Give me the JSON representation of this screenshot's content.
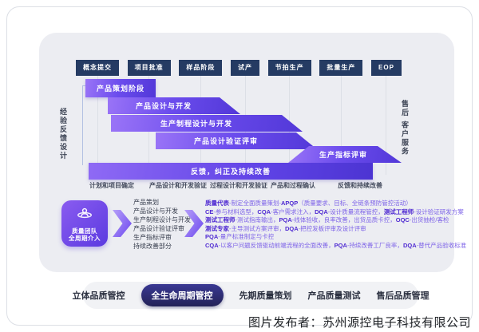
{
  "caption": "图片发布者：苏州源控电子科技有限公司",
  "colors": {
    "stage_box_navy": "#253b63",
    "ribbon_purple_start": "#9a74f7",
    "ribbon_purple_end": "#5238d8",
    "panel_bg": "#ecedf2",
    "nav_active_bg": "#2e2d7a",
    "roles_text": "#7d62e8",
    "roles_keyword": "#4f2ad2"
  },
  "diagram": {
    "stages": [
      "概念提交",
      "项目批准",
      "样品阶段",
      "试产",
      "节拍生产",
      "批量生产",
      "EOP"
    ],
    "left_vertical": "经验反馈设计",
    "right_vertical": "售后 客户服务",
    "bars": [
      "产品策划阶段",
      "产品设计与开发",
      "生产制程设计与开发",
      "产品设计验证评审",
      "生产指标评审"
    ],
    "feedback_bar": "反馈，纠正及持续改善",
    "phase_labels": [
      "计划和项目确定",
      "产品设计和开发验证",
      "过程设计和开发验证",
      "产品和过程确认",
      "反馈和持续改善"
    ],
    "team_box": {
      "line1": "质量团队",
      "line2": "全周期介入",
      "icon": "quality-team-person-icon"
    },
    "activity_list": [
      "产品策划",
      "产品设计与开发",
      "生产制程设计与开发",
      "产品设计验证评审",
      "生产指标评审",
      "持续改善部分"
    ],
    "roles_lines": [
      [
        {
          "t": "质量代表",
          "b": true
        },
        {
          "t": "-制定全面质量策划-",
          "b": false
        },
        {
          "t": "APQP",
          "b": true
        },
        {
          "t": "（质量要求、目标、全链条预防管控活动）",
          "b": false
        }
      ],
      [
        {
          "t": "CE",
          "b": true
        },
        {
          "t": "-参与材料选型，",
          "b": false
        },
        {
          "t": "CQA",
          "b": true
        },
        {
          "t": "-客户需求注入，",
          "b": false
        },
        {
          "t": "DQA",
          "b": true
        },
        {
          "t": "-设计质量流程管控，",
          "b": false
        },
        {
          "t": "测试工程师",
          "b": true
        },
        {
          "t": "-设计验证研发方案",
          "b": false
        }
      ],
      [
        {
          "t": "测试工程师",
          "b": true
        },
        {
          "t": "-测试指南输出，",
          "b": false
        },
        {
          "t": "PQA",
          "b": true
        },
        {
          "t": "-线体验收，良率改善，出货品质卡控，",
          "b": false
        },
        {
          "t": "OQC",
          "b": true
        },
        {
          "t": "-出货抽检/客检",
          "b": false
        }
      ],
      [
        {
          "t": "测试专家",
          "b": true
        },
        {
          "t": "-主导测试方案评审，",
          "b": false
        },
        {
          "t": "DQA",
          "b": true
        },
        {
          "t": "-把控发板评审及设计评审",
          "b": false
        }
      ],
      [
        {
          "t": "PQA",
          "b": true
        },
        {
          "t": "-量产标准制定与卡控",
          "b": false
        }
      ],
      [
        {
          "t": "CQA",
          "b": true
        },
        {
          "t": "-以客户问题反馈驱动前端流程的全面改善，",
          "b": false
        },
        {
          "t": "PQA",
          "b": true
        },
        {
          "t": "-持续改善工厂良率，",
          "b": false
        },
        {
          "t": "DQA",
          "b": true
        },
        {
          "t": "-替代产品验收标准",
          "b": false
        }
      ]
    ]
  },
  "nav": {
    "items": [
      {
        "label": "立体品质管控",
        "active": false
      },
      {
        "label": "全生命周期管控",
        "active": true
      },
      {
        "label": "先期质量策划",
        "active": false
      },
      {
        "label": "产品质量测试",
        "active": false
      },
      {
        "label": "售后品质管理",
        "active": false
      }
    ]
  }
}
